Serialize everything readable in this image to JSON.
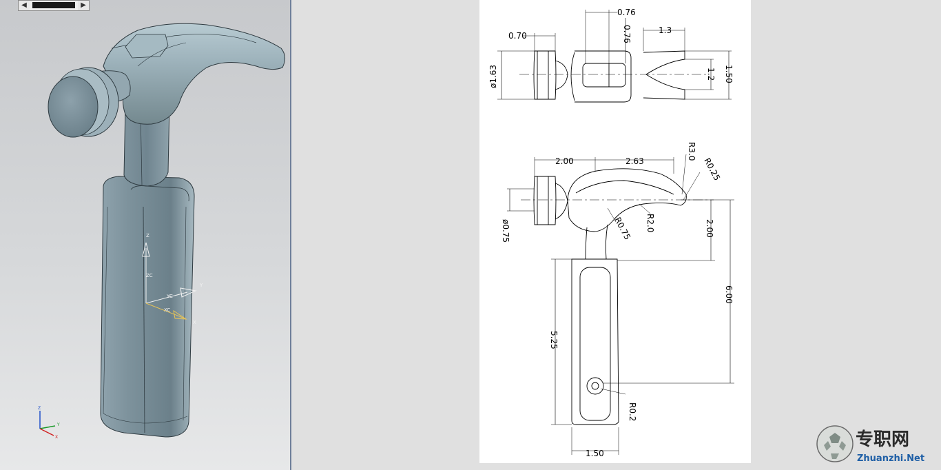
{
  "viewport": {
    "scroll_left_icon": "chevron-left-icon",
    "scroll_right_icon": "chevron-right-icon",
    "axes_labels": {
      "z": "Z",
      "zc": "ZC",
      "y": "Y",
      "yc": "YC",
      "xc": "XC",
      "x": "X"
    },
    "mini_axes": {
      "z": "Z",
      "y": "Y",
      "x": "X"
    }
  },
  "drawing": {
    "top_view": {
      "dim_076_h": "0.76",
      "dim_070": "0.70",
      "dim_076_v": "0.76",
      "dim_13": "1.3",
      "dim_phi163": "ø1.63",
      "dim_12": "1.2",
      "dim_150_v": "1.50"
    },
    "side_view": {
      "dim_200_h": "2.00",
      "dim_263": "2.63",
      "dim_r30": "R3.0",
      "dim_r025": "R0.25",
      "dim_phi075": "ø0.75",
      "dim_r075": "R0.75",
      "dim_r20": "R2.0",
      "dim_200_v": "2.00",
      "dim_600": "6.00",
      "dim_525": "5.25",
      "dim_r02": "R0.2",
      "dim_150_h": "1.50"
    }
  },
  "watermark": {
    "chinese": "专职网",
    "latin": "Zhuanzhi.Net"
  }
}
